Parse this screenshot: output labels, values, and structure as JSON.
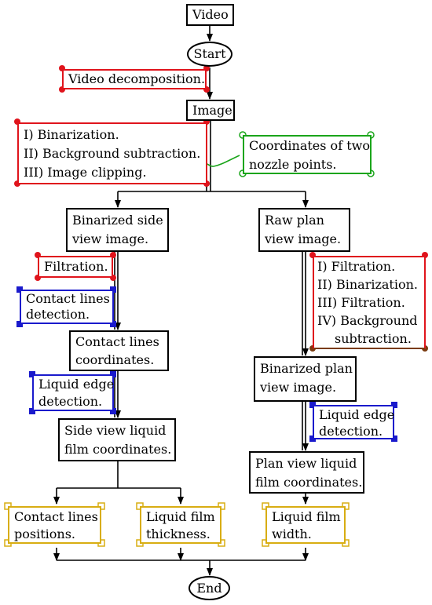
{
  "nodes": {
    "video": "Video",
    "start": "Start",
    "video_decomposition": "Video decomposition.",
    "image": "Image",
    "preprocess": [
      "I) Binarization.",
      "II) Background subtraction.",
      "III) Image clipping."
    ],
    "nozzle": [
      "Coordinates of two",
      "nozzle points."
    ],
    "binarized_side": [
      "Binarized side",
      "view image."
    ],
    "raw_plan": [
      "Raw plan",
      "view image."
    ],
    "filtration": "Filtration.",
    "contact_detection": [
      "Contact lines",
      "detection."
    ],
    "contact_coords": [
      "Contact lines",
      "coordinates."
    ],
    "liquid_edge_side": [
      "Liquid edge",
      "detection."
    ],
    "side_film": [
      "Side view liquid",
      "film coordinates."
    ],
    "plan_process": [
      "I) Filtration.",
      "II) Binarization.",
      "III) Filtration.",
      "IV) Background",
      "subtraction."
    ],
    "binarized_plan": [
      "Binarized plan",
      "view image."
    ],
    "liquid_edge_plan": [
      "Liquid edge",
      "detection."
    ],
    "plan_film": [
      "Plan view liquid",
      "film coordinates."
    ],
    "contact_positions": [
      "Contact lines",
      "positions."
    ],
    "film_thickness": [
      "Liquid film",
      "thickness."
    ],
    "film_width": [
      "Liquid film",
      "width."
    ],
    "end": "End"
  },
  "colors": {
    "process": "#000000",
    "red": "#e0141c",
    "blue": "#1a1acc",
    "green": "#1aa51a",
    "yellow": "#d8ad12",
    "brown": "#7a3b10"
  }
}
